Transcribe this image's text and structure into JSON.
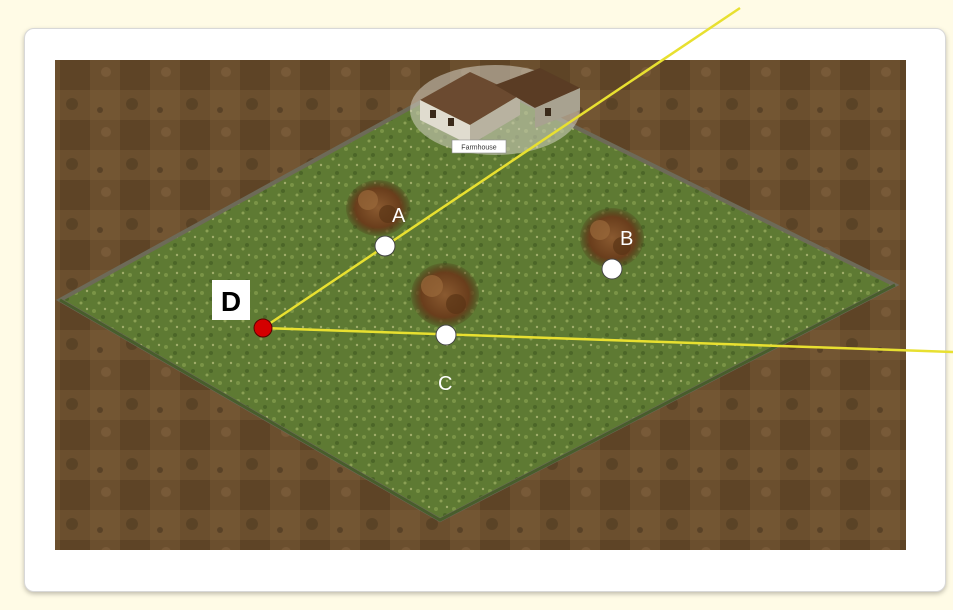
{
  "scene": {
    "building_label": "Farmhouse",
    "points": [
      {
        "id": "A",
        "label": "A",
        "kind": "marker"
      },
      {
        "id": "B",
        "label": "B",
        "kind": "marker"
      },
      {
        "id": "C",
        "label": "C",
        "kind": "marker"
      },
      {
        "id": "D",
        "label": "D",
        "kind": "origin"
      }
    ]
  },
  "colors": {
    "ground": "#6b4f2e",
    "field": "#5f7a34",
    "line": "#e8e030",
    "origin": "#d40000",
    "marker": "#ffffff",
    "frame": "#fffbe6"
  }
}
